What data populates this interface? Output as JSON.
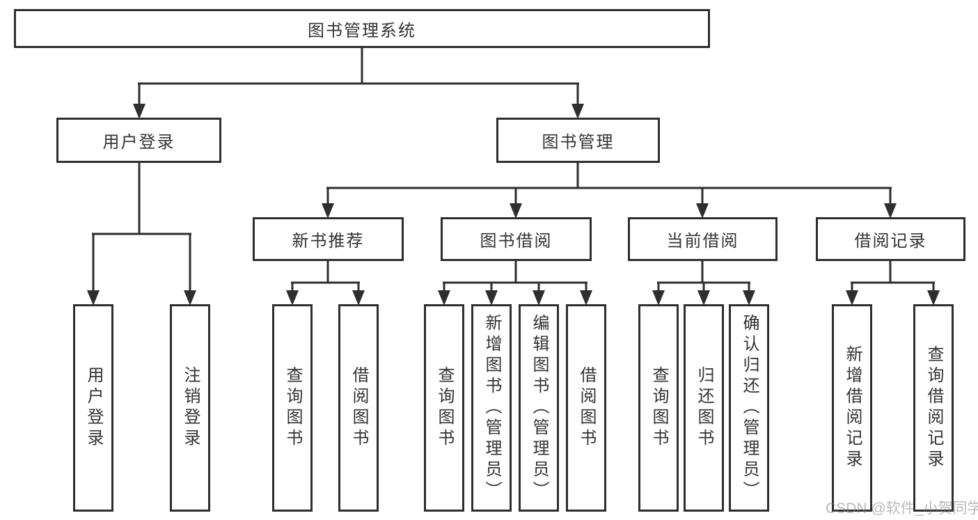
{
  "tree": {
    "label": "图书管理系统",
    "children": [
      {
        "label": "用户登录",
        "children": [
          {
            "label": "用户登录"
          },
          {
            "label": "注销登录"
          }
        ]
      },
      {
        "label": "图书管理",
        "children": [
          {
            "label": "新书推荐",
            "children": [
              {
                "label": "查询图书"
              },
              {
                "label": "借阅图书"
              }
            ]
          },
          {
            "label": "图书借阅",
            "children": [
              {
                "label": "查询图书"
              },
              {
                "label": "新增图书（管理员）"
              },
              {
                "label": "编辑图书（管理员）"
              },
              {
                "label": "借阅图书"
              }
            ]
          },
          {
            "label": "当前借阅",
            "children": [
              {
                "label": "查询图书"
              },
              {
                "label": "归还图书"
              },
              {
                "label": "确认归还（管理员）"
              }
            ]
          },
          {
            "label": "借阅记录",
            "children": [
              {
                "label": "新增借阅记录"
              },
              {
                "label": "查询借阅记录"
              }
            ]
          }
        ]
      }
    ]
  },
  "watermark": {
    "text": "CSDN @软件_小贺同学"
  },
  "colors": {
    "line": "#2e2e2e",
    "box_border": "#2e2e2e",
    "text": "#333333",
    "background": "#ffffff",
    "watermark": "#b7b7b7"
  }
}
